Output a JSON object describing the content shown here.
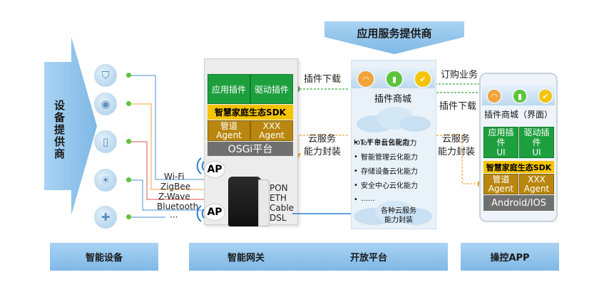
{
  "top_banner": "应用服务提供商",
  "left_provider": "设备提供商",
  "bottom": {
    "devices": "智能设备",
    "gateway": "智能网关",
    "platform": "开放平台",
    "app": "操控APP"
  },
  "device_icons": [
    "shield-icon",
    "camera-icon",
    "remote-icon",
    "bulb-icon",
    "medical-icon"
  ],
  "protocols": [
    "Wi-Fi",
    "ZigBee",
    "Z-Wave",
    "Bluetooth",
    "···"
  ],
  "gateway": {
    "plugin_app": "应用插件",
    "plugin_driver": "驱动插件",
    "sdk": "智慧家庭生态SDK",
    "agent_mgmt": "管道\nAgent",
    "agent_xxx": "XXX\nAgent",
    "osgi": "OSGi平台",
    "ap": "AP",
    "interfaces": [
      "PON",
      "ETH",
      "Cable",
      "DSL"
    ]
  },
  "arrows": {
    "plugin_download_left": "插件下载",
    "subscribe": "订购业务",
    "plugin_download_right": "插件下载",
    "cloud_service_left_1": "云服务",
    "cloud_service_left_2": "能力封装",
    "cloud_service_right_1": "云服务",
    "cloud_service_right_2": "能力封装"
  },
  "platform": {
    "store": "插件商城",
    "capabilities": [
      "IoT 平台云化能力",
      "智能管理云化能力",
      "存储设备云化能力",
      "安全中心云化能力",
      "……"
    ],
    "cloud_caption_1": "各种云服务",
    "cloud_caption_2": "能力封装"
  },
  "phone": {
    "store": "插件商城（界面）",
    "ui_app": "应用插件\nUI",
    "ui_driver": "驱动插件\nUI",
    "sdk": "智慧家庭生态SDK",
    "agent_mgmt": "管道\nAgent",
    "agent_xxx": "XXX\nAgent",
    "os": "Android/IOS"
  },
  "colors": {
    "green": "#1e9f3e",
    "yellow": "#f5c400",
    "brown": "#b9870f",
    "gray": "#707070",
    "blue_bar": "#8cc2ea",
    "orange_line": "#f2a33a"
  }
}
